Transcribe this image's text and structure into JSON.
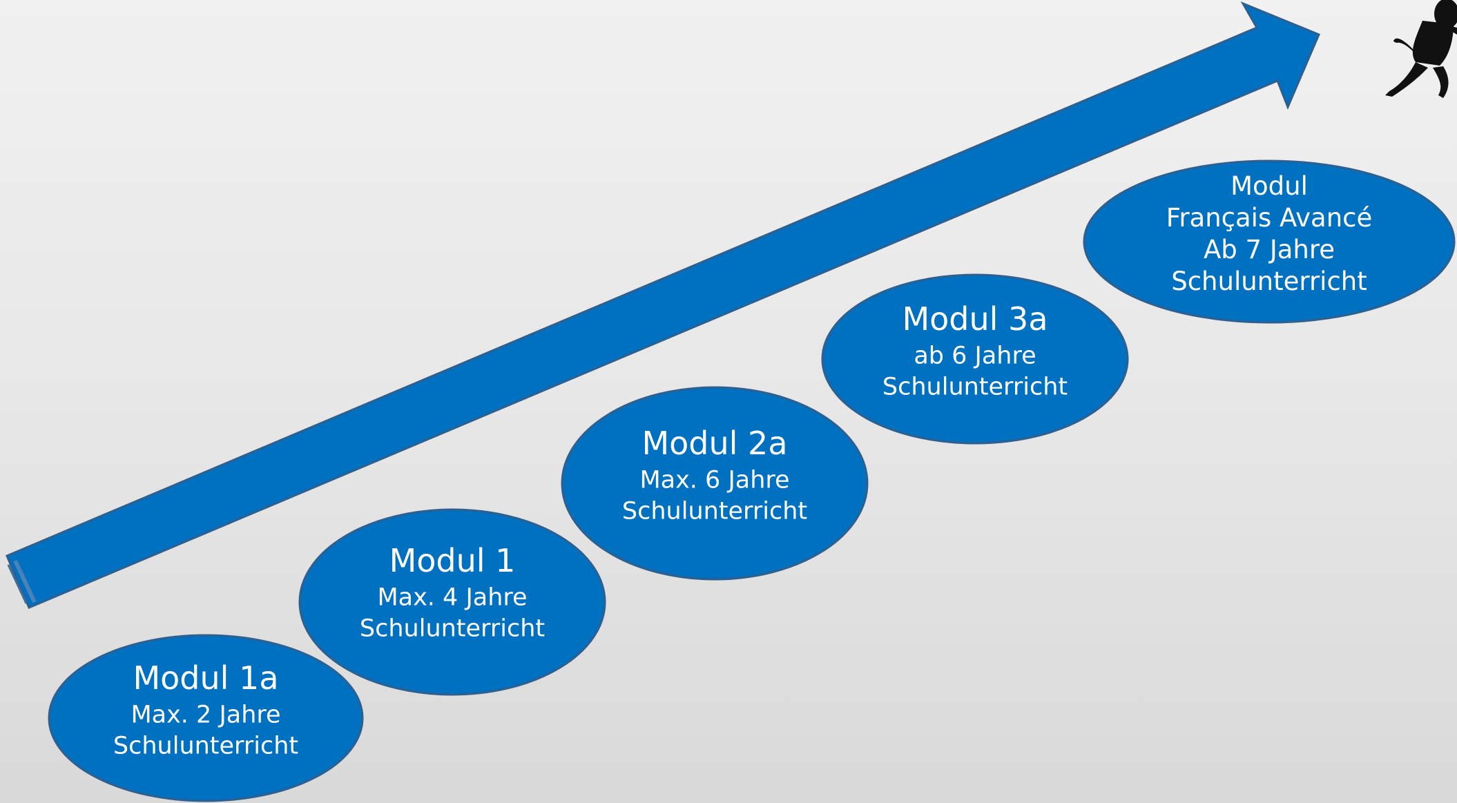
{
  "colors": {
    "shape_fill": "#0070c0",
    "shape_stroke": "#2e5f8e",
    "text": "#ffffff",
    "figure": "#111111"
  },
  "arrow": {
    "icon": "progress-arrow"
  },
  "figure": {
    "icon": "dancer-silhouette-icon"
  },
  "modules": [
    {
      "lines": [
        "Modul 1a",
        "Max. 2 Jahre",
        "Schulunterricht"
      ]
    },
    {
      "lines": [
        "Modul 1",
        "Max. 4 Jahre",
        "Schulunterricht"
      ]
    },
    {
      "lines": [
        "Modul 2a",
        "Max. 6 Jahre",
        "Schulunterricht"
      ]
    },
    {
      "lines": [
        "Modul 3a",
        "ab 6 Jahre",
        "Schulunterricht"
      ]
    },
    {
      "lines": [
        "Modul",
        "Français Avancé",
        "Ab 7 Jahre",
        "Schulunterricht"
      ]
    }
  ]
}
